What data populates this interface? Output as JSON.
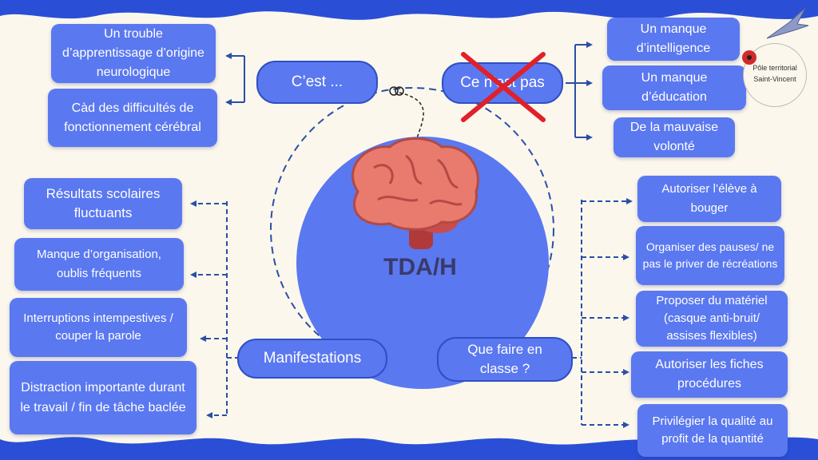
{
  "title": "TDA/H",
  "logo": {
    "text": "Pôle territorial Saint-Vincent"
  },
  "branches": {
    "cest": {
      "label": "C’est ...",
      "items": [
        "Un trouble d’apprentissage d’origine neurologique",
        "Càd des difficultés de fonctionnement cérébral"
      ]
    },
    "cenestpas": {
      "label": "Ce n’est pas",
      "items": [
        "Un  manque d’intelligence",
        "Un manque d’éducation",
        "De la mauvaise volonté"
      ]
    },
    "manifestations": {
      "label": "Manifestations",
      "items": [
        "Résultats scolaires fluctuants",
        "Manque d’organisation, oublis fréquents",
        "Interruptions intempestives / couper la parole",
        "Distraction importante durant le travail / fin de tâche baclée"
      ]
    },
    "quefaire": {
      "label": "Que faire en classe ?",
      "items": [
        "Autoriser l’élève à bouger",
        "Organiser des pauses/ ne pas le priver de récréations",
        "Proposer du matériel (casque anti-bruit/ assises flexibles)",
        "Autoriser les fiches procédures",
        "Privilégier la qualité au profit de la quantité"
      ]
    }
  },
  "colors": {
    "box": "#5a78f0",
    "wave": "#2a4fd6",
    "connector": "#2a4fa8",
    "cross": "#e0202a"
  }
}
